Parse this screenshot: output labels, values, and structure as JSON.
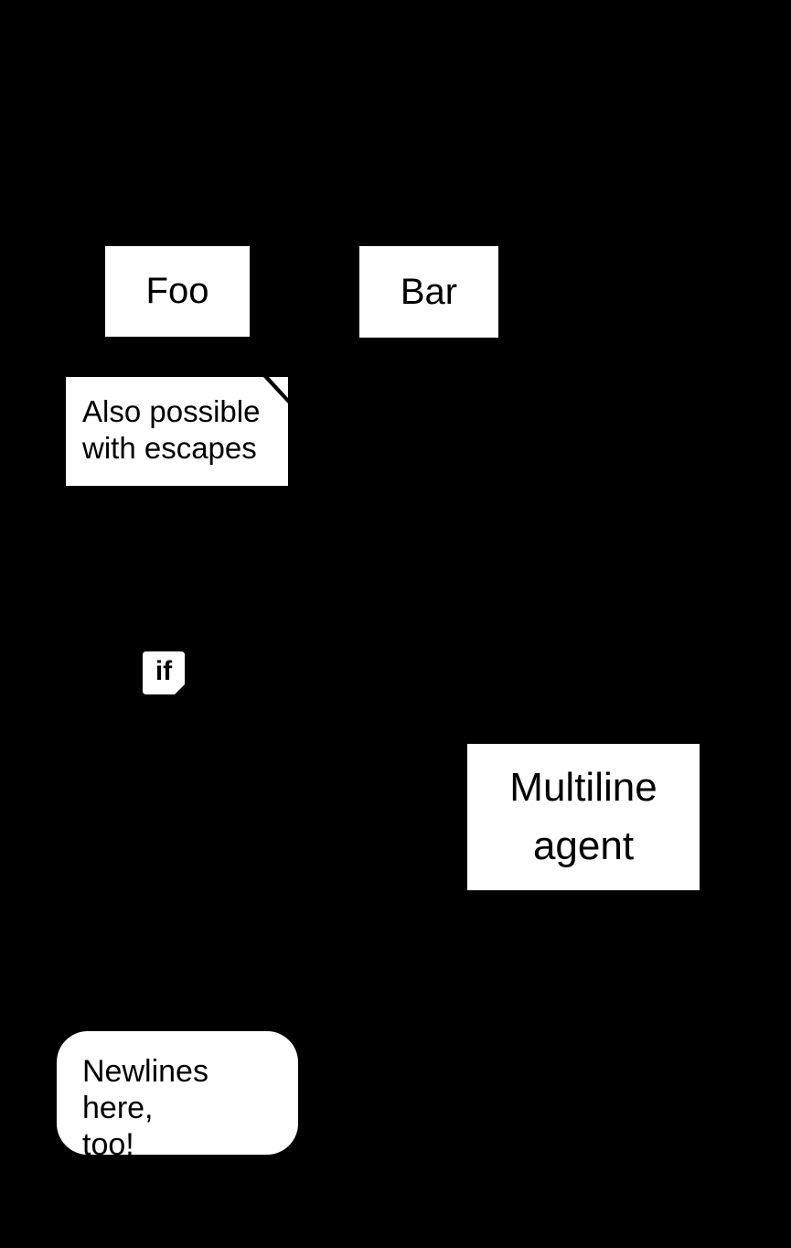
{
  "colors": {
    "background": "#000000",
    "shape_fill": "#ffffff",
    "text": "#000000"
  },
  "nodes": {
    "foo": {
      "label": "Foo"
    },
    "bar": {
      "label": "Bar"
    },
    "note": {
      "lines": [
        "Also possible",
        "with escapes"
      ]
    },
    "condition": {
      "label": "if"
    },
    "multiline_agent": {
      "lines": [
        "Multiline",
        "agent"
      ]
    },
    "bubble": {
      "lines": [
        "Newlines here,",
        "too!"
      ]
    }
  }
}
